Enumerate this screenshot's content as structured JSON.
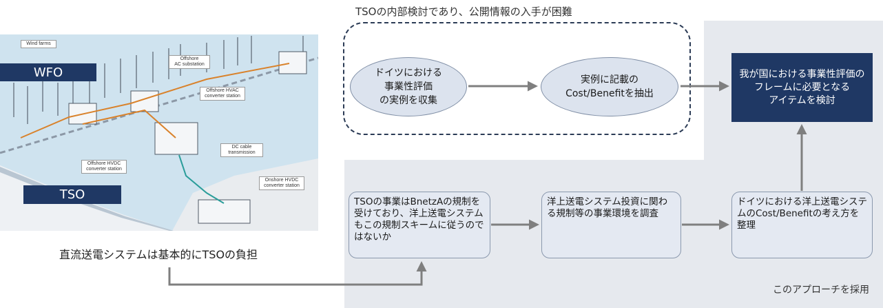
{
  "top_note": "TSOの内部検討であり、公開情報の入手が困難",
  "ellipse_1": "ドイツにおける\n事業性評価\nの実例を収集",
  "ellipse_2": "実例に記載の\nCost/Benefitを抽出",
  "target_box": "我が国における事業性評価の\nフレームに必要となる\nアイテムを検討",
  "box_1": "TSOの事業はBnetzAの規制を受けており、洋上送電システムもこの規制スキームに従うのではないか",
  "box_2": "洋上送電システム投資に関わる規制等の事業環境を調査",
  "box_3": "ドイツにおける洋上送電システムのCost/Benefitの考え方を整理",
  "adopted_note": "このアプローチを採用",
  "caption": "直流送電システムは基本的にTSOの負担",
  "image": {
    "wfo_label": "WFO",
    "tso_label": "TSO",
    "callouts": {
      "wind_farms": "Wind farms",
      "offshore_ac": "Offshore\nAC substation",
      "offshore_hvac": "Offshore HVAC\nconverter station",
      "dc_cable": "DC cable\ntransmission",
      "offshore_hvdc": "Offshore HVDC\nconverter station",
      "onshore_hvdc": "Onshore HVDC\nconverter station"
    }
  },
  "colors": {
    "navy": "#1f3864",
    "shade": "#e6e9ee",
    "box_fill": "#e4e9f2",
    "arrow": "#7f7f7f",
    "cable_orange": "#d9822b",
    "cable_teal": "#2a9d9a"
  }
}
